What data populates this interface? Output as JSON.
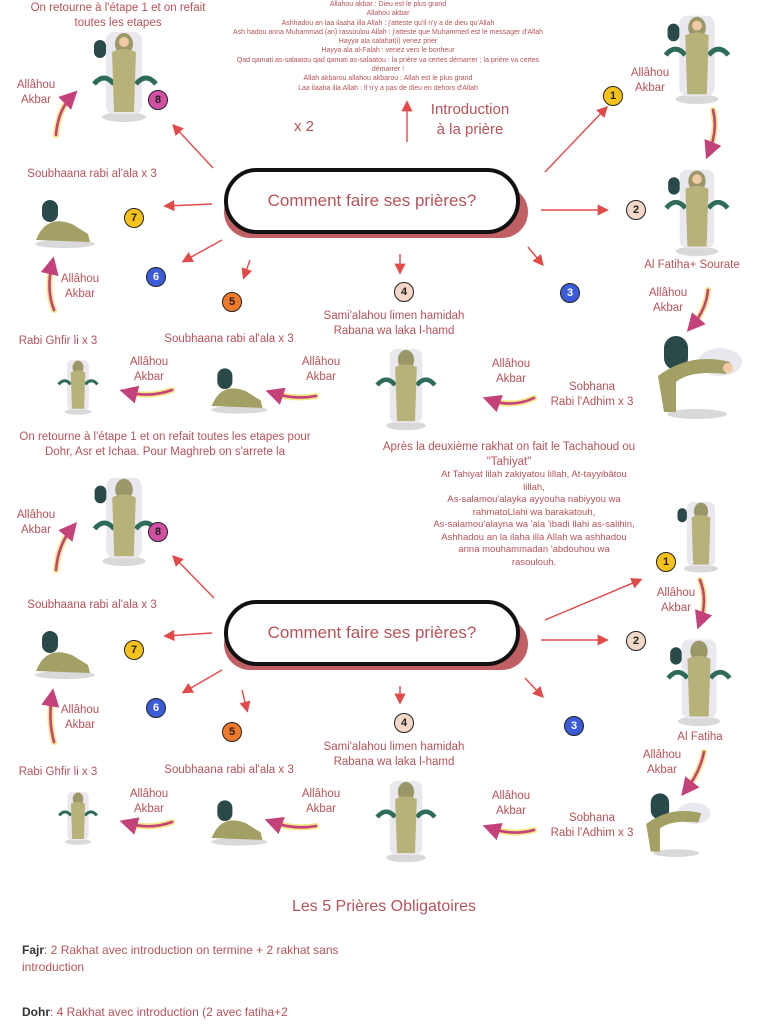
{
  "colors": {
    "text": "#b5535a",
    "pill_shadow": "#c06064",
    "arrow": "#e24a4a",
    "step_arrow": "#c4427a",
    "step_arrow_glow": "#f3e27a",
    "num_yellow": "#f6c21a",
    "num_blue": "#3b5bd9",
    "num_orange": "#f07a2a",
    "num_pink": "#d24fa6",
    "num_peach": "#f3d8c8"
  },
  "adhan_lines": [
    "Allahou akbar : Dieu est le plus grand",
    "Allahou akbar",
    "Ashhadou an laa ilaaha illa Allah : j'atteste qu'il n'y a de dieu qu'Allah",
    "Ash hadou anna Muhammad (an) rassoulou Allah : j'atteste que Muhammed est le messager d'Allah",
    "Hayya ala salahat(i) venez prier",
    "Hayya ala al-Falah : venez vers le bonheur",
    "Qad qamati as-salaatou qad qamati as-salaatou : la prière va certes démarrer ; la prière va certes démarrer !",
    "Allah akbarou allahou akbarou : Allah est le plus grand",
    "Laa ilaaha illa Allah : Il n'y a pas de dieu en dehors d'Allah"
  ],
  "top": {
    "intro_line1": "Introduction",
    "intro_line2": "à la prière",
    "times": "x 2",
    "step8_line1": "On retourne à l'étape 1 et on refait",
    "step8_line2": "toutes les etapes",
    "pill": "Comment faire ses prières?",
    "labels": {
      "a8": [
        "Allâhou",
        "Akbar"
      ],
      "a1": [
        "Allâhou",
        "Akbar"
      ],
      "s7": "Soubhaana rabi al'ala x 3",
      "a6": [
        "Allâhou",
        "Akbar"
      ],
      "fatiha": "Al Fatiha+ Sourate",
      "a2": [
        "Allâhou",
        "Akbar"
      ],
      "s4": [
        "Sami'alahou limen hamidah",
        "Rabana wa laka l-hamd"
      ],
      "rabi": "Rabi Ghfir li x 3",
      "s5": "Soubhaana rabi al'ala x 3",
      "a5l": [
        "Allâhou",
        "Akbar"
      ],
      "a5r": [
        "Allâhou",
        "Akbar"
      ],
      "a4": [
        "Allâhou",
        "Akbar"
      ],
      "s3": [
        "Sobhana",
        "Rabi l'Adhim x 3"
      ]
    }
  },
  "middle": {
    "left_line1": "On retourne à l'étape 1 et on refait toutes les etapes pour",
    "left_line2": "Dohr, Asr et Ichaa. Pour Maghreb on s'arrete la",
    "right_line1": "Après la deuxième rakhat on fait le Tachahoud ou",
    "right_line2": "\"Tahiyat\"",
    "tahiyat": [
      "At Tahiyat lilah zakiyatou lillah, At-tayyibâtou",
      "lillah,",
      "As-salamou'alayka ayyouha nabiyyou wa",
      "rahmatoLlahi wa barakatouh,",
      "As-salamou'alayna wa 'ala 'ibadi llahi as-salihin,",
      "Ashhadou an la ilaha illa Allah wa ashhadou",
      "anna mouhammadan 'abdouhou wa",
      "rasoulouh."
    ]
  },
  "bottom": {
    "pill": "Comment faire ses prières?",
    "labels": {
      "a8": [
        "Allâhou",
        "Akbar"
      ],
      "a1": [
        "Allâhou",
        "Akbar"
      ],
      "s7": "Soubhaana rabi al'ala x 3",
      "a6": [
        "Allâhou",
        "Akbar"
      ],
      "fatiha": "Al Fatiha",
      "a2": [
        "Allâhou",
        "Akbar"
      ],
      "s4": [
        "Sami'alahou limen hamidah",
        "Rabana wa laka l-hamd"
      ],
      "rabi": "Rabi Ghfir li x 3",
      "s5": "Soubhaana rabi al'ala x 3",
      "a5l": [
        "Allâhou",
        "Akbar"
      ],
      "a5r": [
        "Allâhou",
        "Akbar"
      ],
      "a4": [
        "Allâhou",
        "Akbar"
      ],
      "s3": [
        "Sobhana",
        "Rabi l'Adhim x 3"
      ]
    }
  },
  "numbers": [
    "1",
    "2",
    "3",
    "4",
    "5",
    "6",
    "7",
    "8"
  ],
  "footer": {
    "title": "Les 5 Prières Obligatoires",
    "fajr_name": "Fajr",
    "fajr_text": ": 2 Rakhat avec introduction on termine + 2 rakhat sans introduction",
    "dohr_name": "Dohr",
    "dohr_text": ": 4 Rakhat avec introduction (2 avec fatiha+2"
  },
  "icons": [
    "standing-woman-icon",
    "bowing-woman-icon",
    "prostrating-woman-icon",
    "kneeling-woman-icon",
    "arrow-icon"
  ]
}
